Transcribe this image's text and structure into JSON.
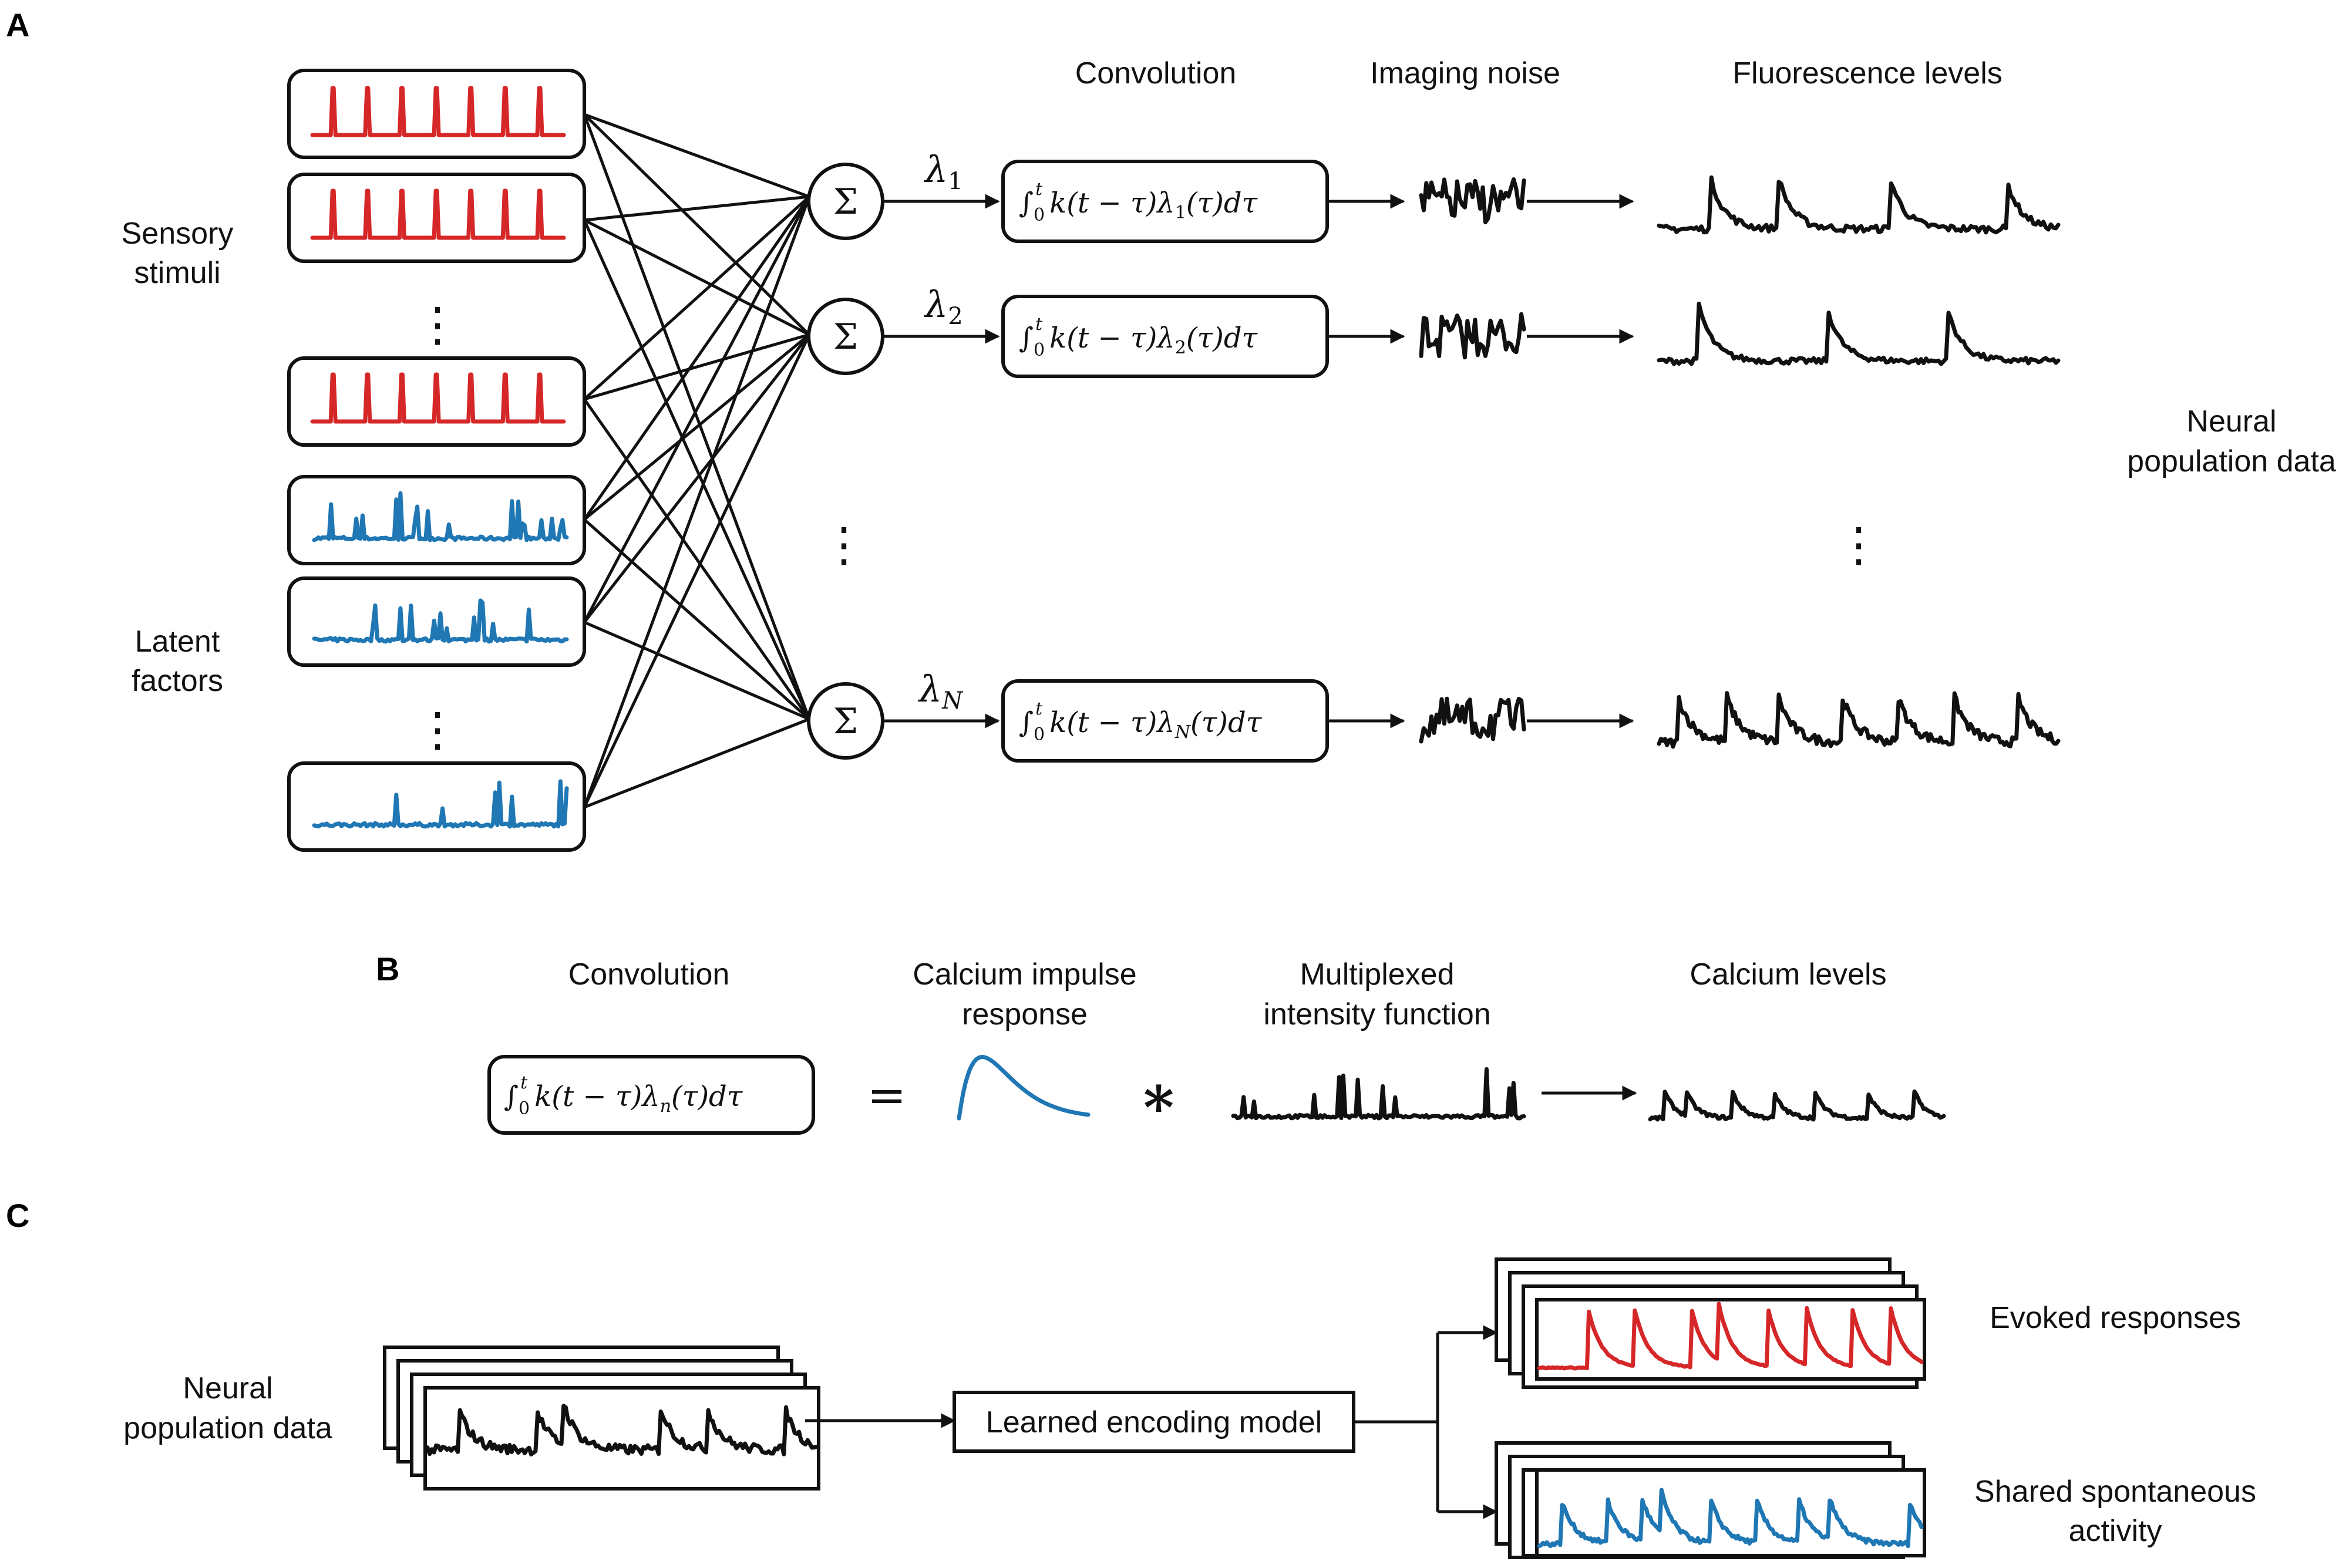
{
  "colors": {
    "stimulus": "#d62728",
    "latent": "#1f77b4",
    "ink": "#111111"
  },
  "panel_a": {
    "letter": "A",
    "sensory_label": [
      "Sensory",
      "stimuli"
    ],
    "latent_label": [
      "Latent",
      "factors"
    ],
    "col_convolution": "Convolution",
    "col_noise": "Imaging noise",
    "col_fluor": "Fluorescence levels",
    "neural_label": [
      "Neural",
      "population data"
    ],
    "sum_symbol": "Σ",
    "lambda_symbol": "λ",
    "lambda_subs": [
      "1",
      "2",
      "N"
    ],
    "integral": {
      "int": "∫",
      "lower": "0",
      "upper": "t",
      "body_a": "k(t − τ)λ",
      "body_b": "(τ)dτ"
    },
    "dots": "⋮"
  },
  "panel_b": {
    "letter": "B",
    "col_convolution": "Convolution",
    "col_impulse": [
      "Calcium impulse",
      "response"
    ],
    "col_intensity": [
      "Multiplexed",
      "intensity function"
    ],
    "col_calcium": "Calcium levels",
    "equals": "=",
    "star": "*",
    "lambda_sub": "n"
  },
  "panel_c": {
    "letter": "C",
    "neural_label": [
      "Neural",
      "population data"
    ],
    "model_label": "Learned encoding model",
    "evoked_label": "Evoked responses",
    "spont_label": [
      "Shared spontaneous",
      "activity"
    ]
  }
}
